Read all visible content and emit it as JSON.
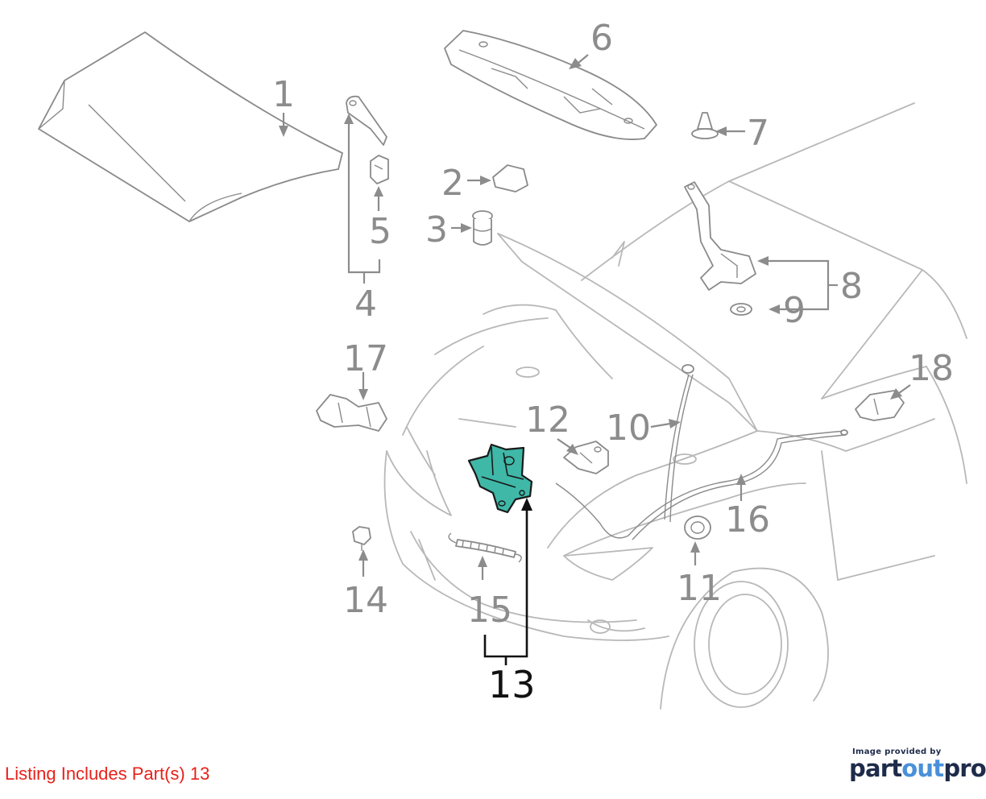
{
  "diagram": {
    "callouts": [
      {
        "id": "1",
        "label": "1"
      },
      {
        "id": "2",
        "label": "2"
      },
      {
        "id": "3",
        "label": "3"
      },
      {
        "id": "4",
        "label": "4"
      },
      {
        "id": "5",
        "label": "5"
      },
      {
        "id": "6",
        "label": "6"
      },
      {
        "id": "7",
        "label": "7"
      },
      {
        "id": "8",
        "label": "8"
      },
      {
        "id": "9",
        "label": "9"
      },
      {
        "id": "10",
        "label": "10"
      },
      {
        "id": "11",
        "label": "11"
      },
      {
        "id": "12",
        "label": "12"
      },
      {
        "id": "13",
        "label": "13"
      },
      {
        "id": "14",
        "label": "14"
      },
      {
        "id": "15",
        "label": "15"
      },
      {
        "id": "16",
        "label": "16"
      },
      {
        "id": "17",
        "label": "17"
      },
      {
        "id": "18",
        "label": "18"
      }
    ],
    "highlighted_part": "13",
    "colors": {
      "highlight_fill": "#3fb8a8",
      "highlight_stroke": "#111111",
      "callout_gray": "#8c8c8c",
      "car_line": "#b8b8b8"
    }
  },
  "listing_note": "Listing Includes Part(s) 13",
  "brand": {
    "caption": "Image provided by",
    "logo_parts": [
      "part",
      "out",
      "pro"
    ],
    "colors": {
      "dark": "#1e2b4a",
      "accent": "#4a90d9",
      "note_red": "#e8211b"
    }
  }
}
